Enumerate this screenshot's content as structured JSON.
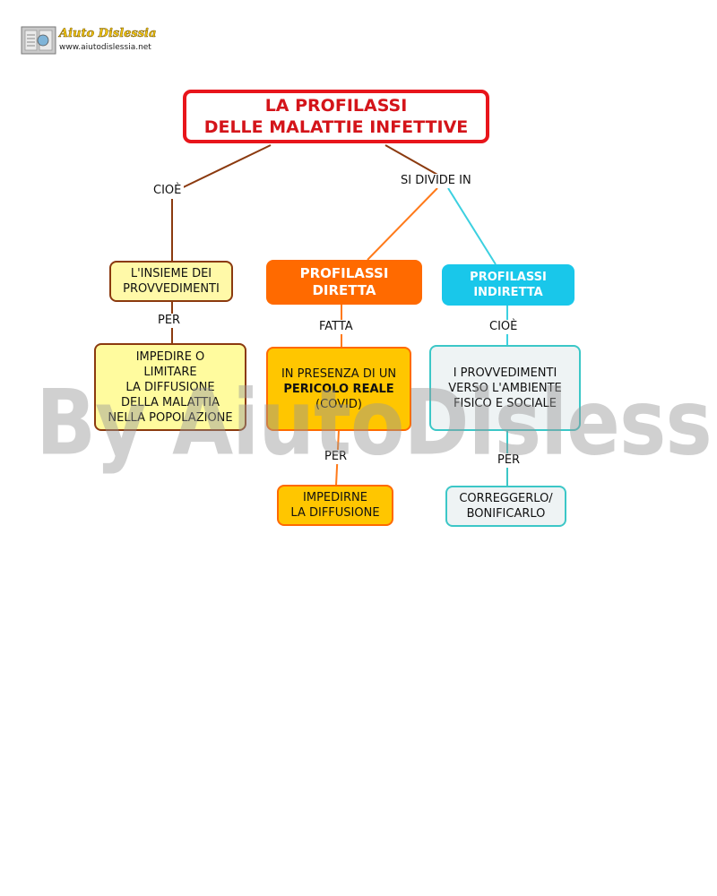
{
  "logo": {
    "brand": "Aiuto Dislessia",
    "url": "www.aiutodislessia.net"
  },
  "watermark": "By AiutoDislessia.net",
  "title": {
    "line1": "LA PROFILASSI",
    "line2": "DELLE MALATTIE INFETTIVE"
  },
  "links": {
    "cioe_left": "CIOÈ",
    "si_divide_in": "SI DIVIDE IN",
    "per_left": "PER",
    "fatta": "FATTA",
    "cioe_right": "CIOÈ",
    "per_mid": "PER",
    "per_right": "PER"
  },
  "nodes": {
    "insieme": {
      "line1": "L'INSIEME DEI",
      "line2": "PROVVEDIMENTI"
    },
    "diretta": {
      "line1": "PROFILASSI",
      "line2": "DIRETTA"
    },
    "indiretta": {
      "line1": "PROFILASSI",
      "line2": "INDIRETTA"
    },
    "impedire": {
      "line1": "IMPEDIRE O",
      "line2": "LIMITARE",
      "line3": "LA DIFFUSIONE",
      "line4": "DELLA MALATTIA",
      "line5": "NELLA POPOLAZIONE"
    },
    "presenza": {
      "line1": "IN PRESENZA DI UN",
      "line2": "PERICOLO REALE",
      "line3": "(COVID)"
    },
    "provvedimenti": {
      "line1": "I PROVVEDIMENTI",
      "line2": "VERSO L'AMBIENTE",
      "line3": "FISICO E SOCIALE"
    },
    "impedirne": {
      "line1": "IMPEDIRNE",
      "line2": "LA DIFFUSIONE"
    },
    "correggerlo": {
      "line1": "CORREGGERLO/",
      "line2": "BONIFICARLO"
    }
  },
  "colors": {
    "title_border": "#e8151b",
    "brown": "#8b3a0f",
    "orange": "#ff6a00",
    "cyan": "#19c7ea",
    "teal": "#3cc7c7",
    "light_yellow": "#fff9a8",
    "amber": "#ffc600"
  }
}
